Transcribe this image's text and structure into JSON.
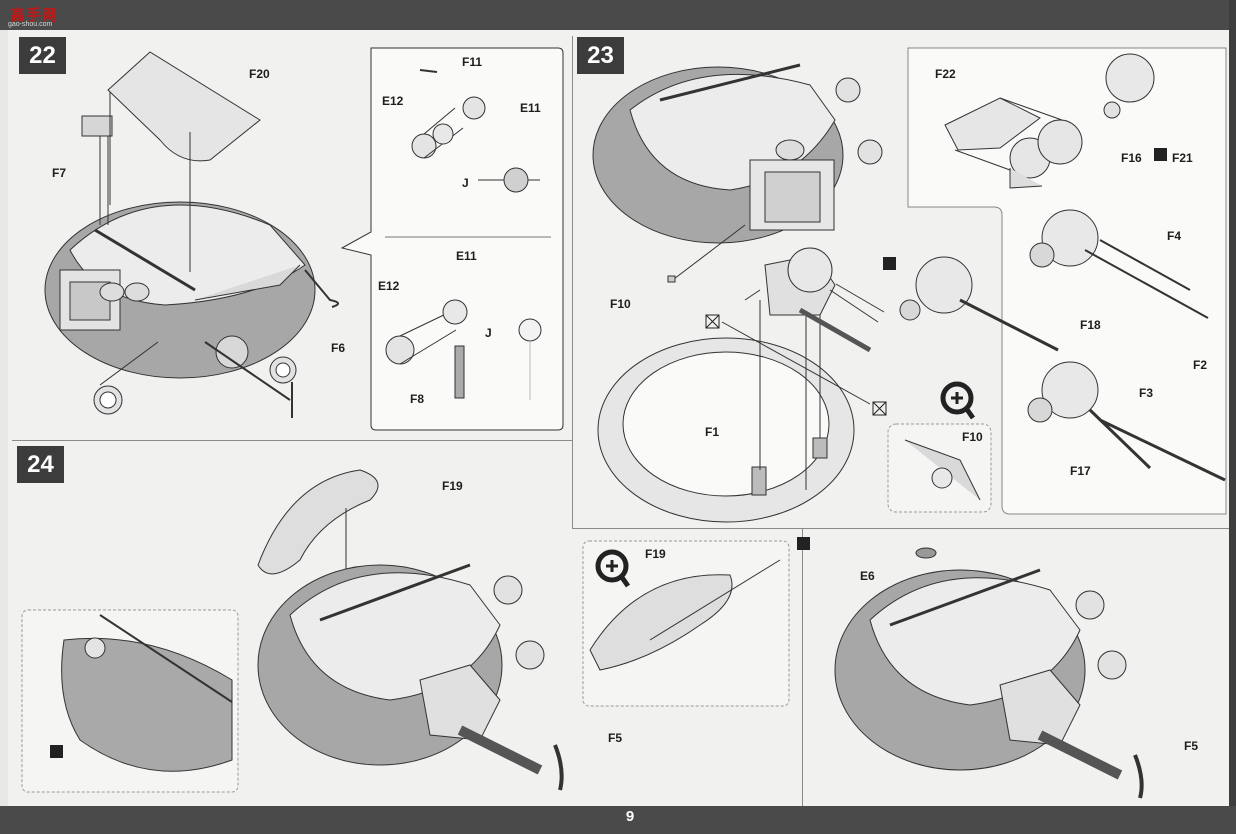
{
  "watermark": {
    "brand": "高手网",
    "url": "gao-shou.com"
  },
  "page_number": "9",
  "steps": {
    "s22": "22",
    "s23": "23",
    "s24": "24"
  },
  "labels": {
    "F20": "F20",
    "F7": "F7",
    "F6": "F6",
    "F11": "F11",
    "E12a": "E12",
    "E11a": "E11",
    "Ja": "J",
    "E11b": "E11",
    "E12b": "E12",
    "Jb": "J",
    "F8": "F8",
    "F22": "F22",
    "F16F21": "F16",
    "F21": "F21",
    "F4": "F4",
    "F18": "F18",
    "F2": "F2",
    "F3": "F3",
    "F17": "F17",
    "F10a": "F10",
    "F1": "F1",
    "F10b": "F10",
    "F19a": "F19",
    "F5a": "F5",
    "F19b": "F19",
    "E6": "E6",
    "F5b": "F5"
  },
  "icons": [
    "magnifier-plus-icon",
    "glue-icon",
    "do-not-glue-icon",
    "paint-icon"
  ],
  "colors": {
    "bar": "#4a4a4a",
    "ring": "#9a9a9a",
    "logo": "#c31616"
  }
}
